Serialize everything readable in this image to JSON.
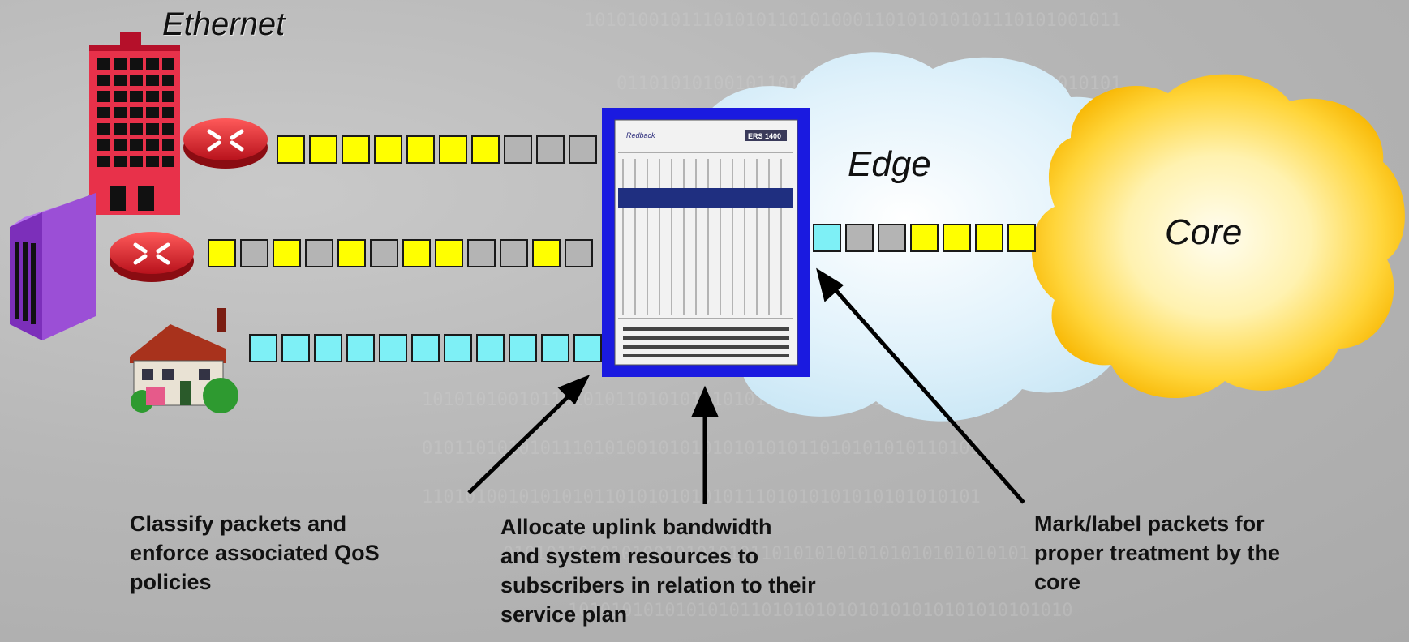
{
  "labels": {
    "ethernet": "Ethernet",
    "edge": "Edge",
    "core": "Core"
  },
  "device": {
    "brand": "Redback",
    "model": "ERS 1400"
  },
  "captions": {
    "classify": [
      "Classify packets and",
      "enforce associated QoS",
      "policies"
    ],
    "allocate": [
      "Allocate uplink bandwidth",
      "and system resources to",
      "subscribers in relation to their",
      "service plan"
    ],
    "mark": [
      "Mark/label packets for",
      "proper treatment by the",
      "core"
    ]
  },
  "packet_rows": {
    "row1": [
      "yellow",
      "yellow",
      "yellow",
      "yellow",
      "yellow",
      "yellow",
      "yellow",
      "gray",
      "gray",
      "gray"
    ],
    "row2": [
      "yellow",
      "gray",
      "yellow",
      "gray",
      "yellow",
      "gray",
      "yellow",
      "yellow",
      "gray",
      "gray",
      "yellow",
      "gray"
    ],
    "row3": [
      "cyan",
      "cyan",
      "cyan",
      "cyan",
      "cyan",
      "cyan",
      "cyan",
      "cyan",
      "cyan",
      "cyan",
      "cyan"
    ],
    "uplink": [
      "cyan",
      "gray",
      "gray",
      "yellow",
      "yellow",
      "yellow",
      "yellow"
    ]
  },
  "colors": {
    "yellow": "#ffff00",
    "gray": "#b4b4b4",
    "cyan": "#7ef0f6",
    "chassis_border": "#1010d8",
    "edge_cloud": "#e2f3fb",
    "core_cloud": "#ffd93a",
    "office_red": "#e8314a",
    "office_purple": "#9b4fd6",
    "router_red": "#c81e28"
  },
  "icons": [
    "office-building-icon",
    "office-tower-icon",
    "house-icon",
    "router-icon",
    "router-chassis-icon"
  ]
}
